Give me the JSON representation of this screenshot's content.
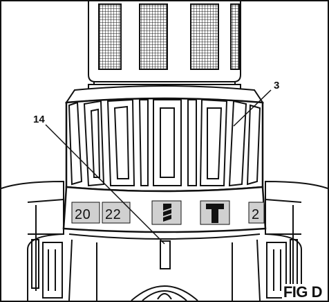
{
  "callouts": {
    "part_3": "3",
    "part_14": "14"
  },
  "figure_label": "FIG D",
  "torque_ring": {
    "visible_settings": [
      "20",
      "22"
    ],
    "right_partial_setting": "2",
    "mode_symbols": [
      "drill-icon",
      "hammer-icon"
    ]
  },
  "colors": {
    "line": "#111111",
    "background": "#ffffff",
    "shade": "#d0d0d0"
  }
}
